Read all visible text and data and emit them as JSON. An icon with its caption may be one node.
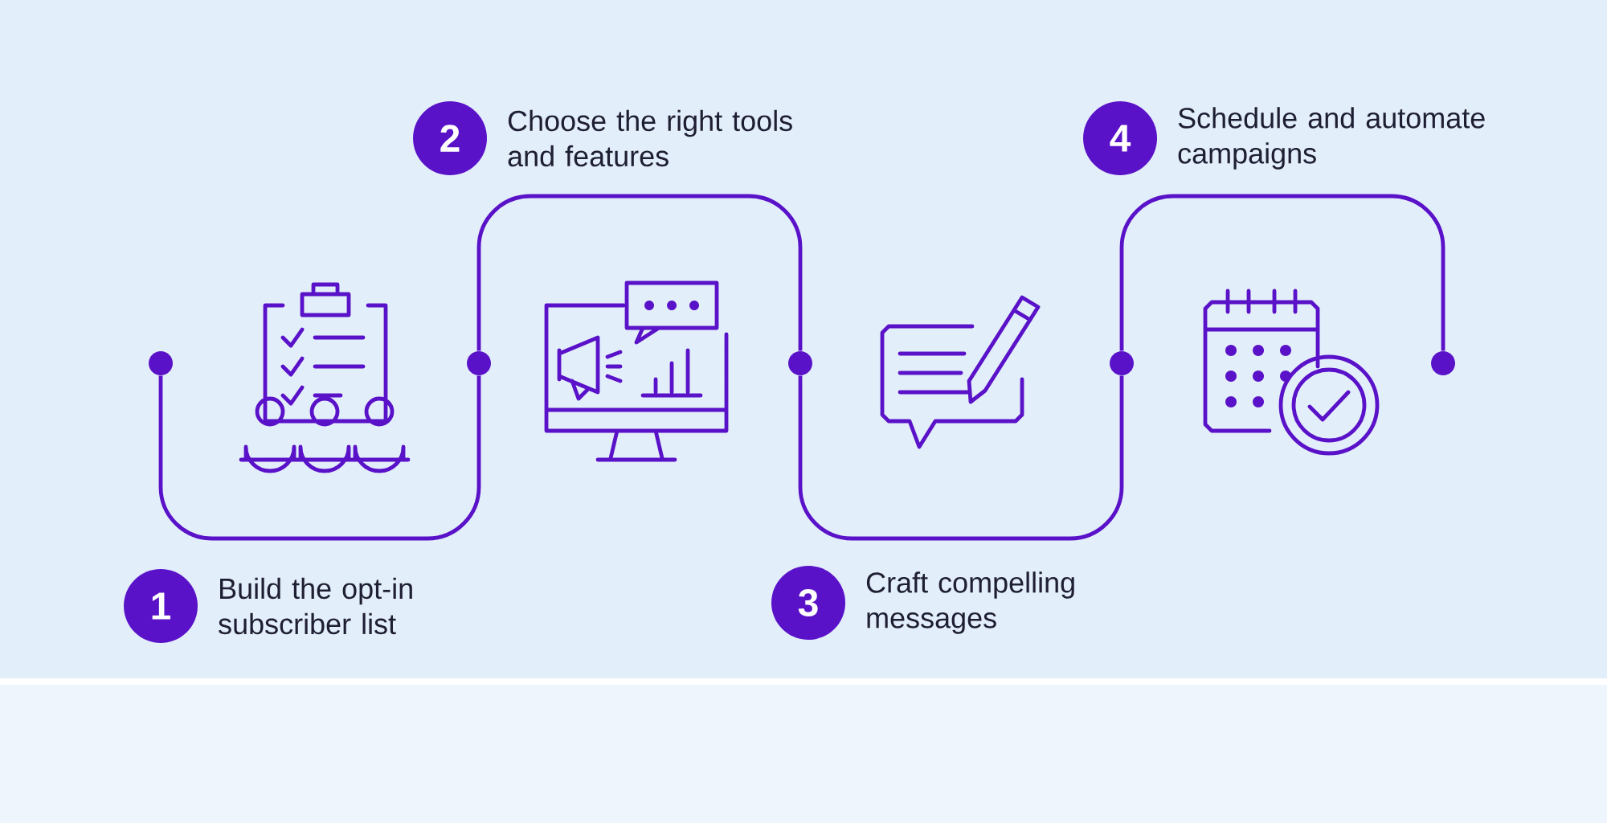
{
  "diagram": {
    "nodes": [
      {
        "text": [],
        "shape": "circle"
      },
      {
        "text": [],
        "shape": "circle"
      },
      {
        "text": [],
        "shape": "circle"
      },
      {
        "text": [],
        "shape": "circle"
      },
      {
        "text": [],
        "shape": "circle"
      },
      {
        "text": [
          "1"
        ],
        "beside": [
          "Build the opt-in subscriber list"
        ]
      },
      {
        "text": [
          "2"
        ],
        "beside": [
          "Choose the right tools and features"
        ]
      },
      {
        "text": [
          "3"
        ],
        "beside": [
          "Craft compelling messages"
        ]
      },
      {
        "text": [
          "4"
        ],
        "beside": [
          "Schedule and automate campaigns"
        ]
      }
    ],
    "edges": [
      {
        "from": 0,
        "to": 1,
        "arrow": "none"
      },
      {
        "from": 1,
        "to": 2,
        "arrow": "none"
      },
      {
        "from": 2,
        "to": 3,
        "arrow": "none"
      },
      {
        "from": 3,
        "to": 4,
        "arrow": "none"
      }
    ]
  }
}
